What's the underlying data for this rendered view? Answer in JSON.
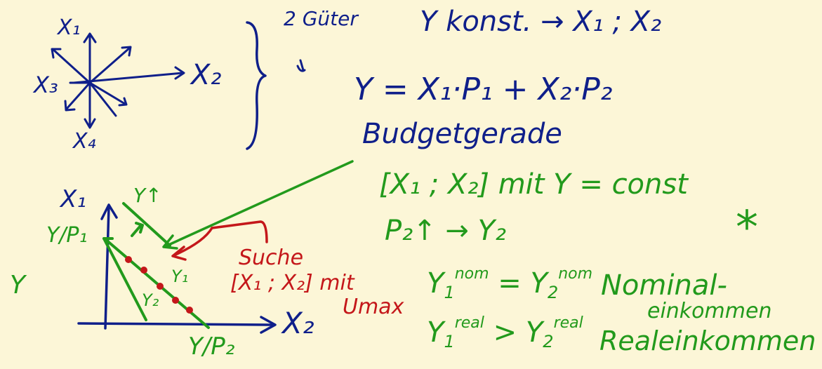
{
  "colors": {
    "background": "#fcf6d7",
    "blue_ink": "#0f1f8a",
    "green_ink": "#229a1c",
    "red_ink": "#c4171a"
  },
  "vector_sketch": {
    "x1": "X₁",
    "x2": "X₂",
    "x3": "X₃",
    "x4": "X₄"
  },
  "header": {
    "goods": "2 Güter",
    "income_const": "Y konst. → X₁ ; X₂"
  },
  "budget": {
    "equation": "Y = X₁·P₁ + X₂·P₂",
    "label": "Budgetgerade"
  },
  "graph": {
    "axis_y": "X₁",
    "axis_x": "X₂",
    "y_intercept": "Y/P₁",
    "x_intercept": "Y/P₂",
    "shift_label": "Y↑",
    "line1": "Y₁",
    "line2": "Y₂",
    "side_y": "Y"
  },
  "search": {
    "line1": "Suche",
    "line2": "[X₁ ; X₂] mit",
    "line3": "Umax"
  },
  "notes": {
    "set_const": "[X₁ ; X₂] mit Y = const",
    "price_rise": "P₂↑ → Y₂",
    "nom_left": "Y",
    "nom_right": "Y",
    "sub1": "1",
    "sub2": "2",
    "nom_sup": "nom",
    "real_sup": "real",
    "star": "*",
    "nominal_a": "Nominal-",
    "nominal_b": "einkommen",
    "real_income": "Realeinkommen"
  }
}
